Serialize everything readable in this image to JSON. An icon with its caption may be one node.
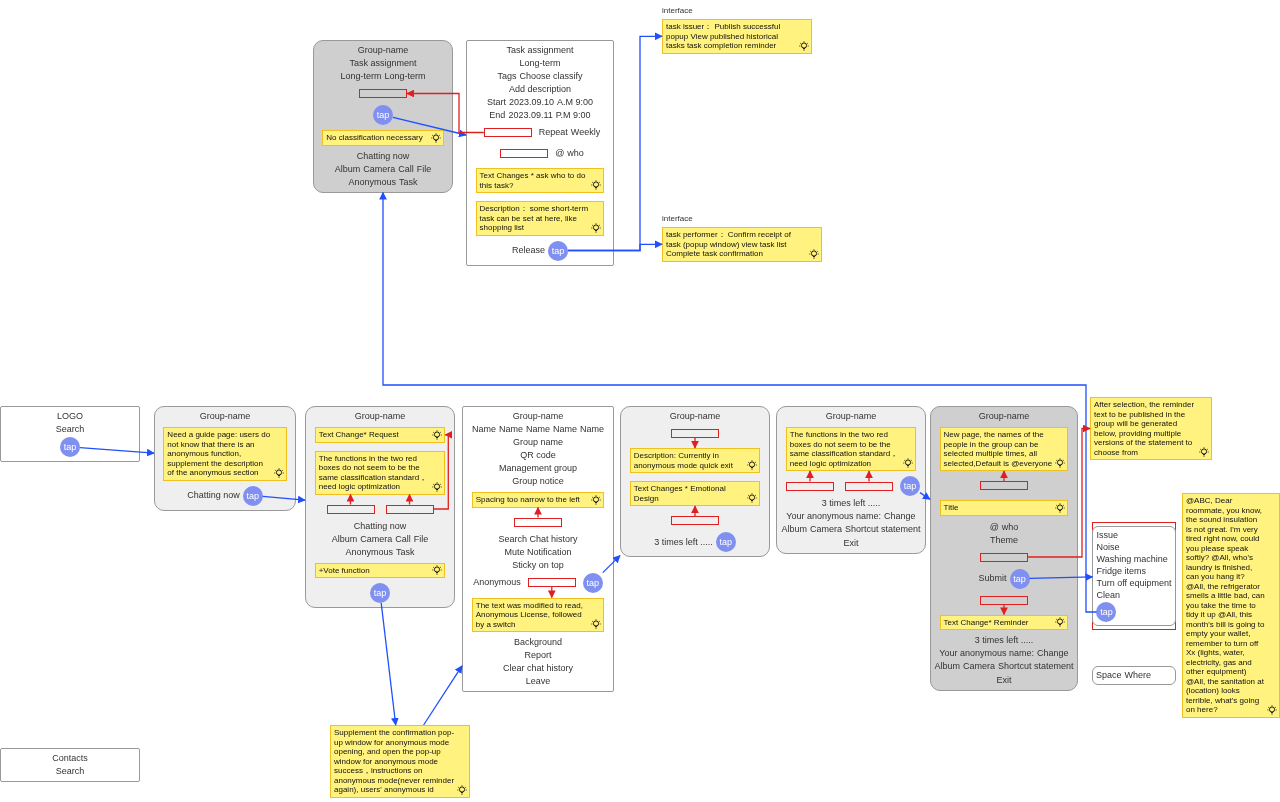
{
  "diagram": {
    "nodes": [
      {
        "text": [
          "Group-name",
          "Task assignment",
          "Long-term",
          "Long-term",
          "Chatting now",
          "Album",
          "Camera",
          "Call",
          "File",
          "Anonymous",
          "Task"
        ]
      },
      {
        "text": [
          "No classification necessary"
        ],
        "in": 0
      },
      {
        "text": [],
        "shape": "box",
        "in": 0
      },
      {
        "text": [
          "tap"
        ],
        "in": 0
      },
      {
        "text": [
          "Task assignment",
          "Long-term",
          "Tags",
          "Choose classify",
          "Add description",
          "Start",
          "2023.09.10",
          "A.M 9:00",
          "End",
          "2023.09.11",
          "P.M 9:00",
          "Repeat",
          "Weekly",
          "@",
          "who",
          "Release"
        ]
      },
      {
        "text": [],
        "shape": "box",
        "in": 4
      },
      {
        "text": [],
        "shape": "box",
        "in": 4
      },
      {
        "text": [
          "Text Changes * ask who to do this task?"
        ],
        "in": 4
      },
      {
        "text": [
          "Description： some short-term task can be set at here, like shopping list"
        ],
        "in": 4
      },
      {
        "text": [
          "tap"
        ],
        "in": 4
      },
      {
        "text": [
          "interface",
          "task issuer： Publish successful popup View published historical tasks task completion reminder"
        ]
      },
      {
        "text": [
          "interface",
          "task performer： Confirm receipt of task (popup window) view task list Complete task confirmation"
        ]
      },
      {
        "text": [
          "LOGO",
          "Search"
        ]
      },
      {
        "text": [
          "tap"
        ],
        "in": 12
      },
      {
        "text": [
          "Contacts",
          "Search"
        ]
      },
      {
        "text": [
          "Group-name",
          "Chatting now"
        ]
      },
      {
        "text": [
          "Need a guide page: users do not know that there is an anonymous function, supplement the description of the anonymous section"
        ],
        "in": 15
      },
      {
        "text": [
          "tap"
        ],
        "in": 15
      },
      {
        "text": [
          "Group-name",
          "Chatting now",
          "Album",
          "Camera",
          "Call",
          "File",
          "Anonymous",
          "Task"
        ]
      },
      {
        "text": [
          "Text Change* Request"
        ],
        "in": 18
      },
      {
        "text": [
          "The functions in the two red boxes do not seem to be the same classification standard，need logic optimization"
        ],
        "in": 18
      },
      {
        "text": [],
        "shape": "box",
        "in": 18
      },
      {
        "text": [],
        "shape": "box",
        "in": 18
      },
      {
        "text": [
          "tap"
        ],
        "in": 18
      },
      {
        "text": [
          "+Vote function"
        ],
        "in": 18
      },
      {
        "text": [
          "Supplement the confirmation pop-up window for anonymous mode opening, and open the pop-up window for anonymous mode success，instructions on anonymous mode(never reminder again), users' anonymous id"
        ]
      },
      {
        "text": [
          "Group-name",
          "Name",
          "Name",
          "Name",
          "Name",
          "Name",
          "Group name",
          "QR code",
          "Management group",
          "Group notice",
          "Search Chat history",
          "Mute Notification",
          "Sticky on top",
          "Anonymous",
          "Background",
          "Report",
          "Clear chat history",
          "Leave"
        ]
      },
      {
        "text": [
          "Spacing too narrow to the left"
        ],
        "in": 26
      },
      {
        "text": [],
        "shape": "box",
        "in": 26
      },
      {
        "text": [],
        "shape": "box",
        "in": 26
      },
      {
        "text": [
          "The text was modified to read, Anonymous License, followed by a switch"
        ],
        "in": 26
      },
      {
        "text": [
          "tap"
        ],
        "in": 26
      },
      {
        "text": [
          "Group-name",
          "3 times left ....."
        ]
      },
      {
        "text": [
          "Description: Currently in anonymous mode quick exit"
        ],
        "in": 32
      },
      {
        "text": [
          "Text Changes * Emotional Design"
        ],
        "in": 32
      },
      {
        "text": [],
        "shape": "box",
        "in": 32
      },
      {
        "text": [],
        "shape": "box",
        "in": 32
      },
      {
        "text": [
          "tap"
        ],
        "in": 32
      },
      {
        "text": [
          "Group-name",
          "3 times left .....",
          "Your anonymous name:",
          "Change",
          "Album",
          "Camera",
          "Shortcut statement",
          "Exit"
        ]
      },
      {
        "text": [
          "The functions in the two red boxes do not seem to be the same classification standard，need logic optimization"
        ],
        "in": 38
      },
      {
        "text": [],
        "shape": "box",
        "in": 38
      },
      {
        "text": [],
        "shape": "box",
        "in": 38
      },
      {
        "text": [
          "tap"
        ],
        "in": 38
      },
      {
        "text": [
          "Group-name",
          "@",
          "who",
          "Theme",
          "Submit",
          "3 times left .....",
          "Your anonymous name:",
          "Change",
          "Album",
          "Camera",
          "Shortcut statement",
          "Exit"
        ]
      },
      {
        "text": [
          "New page, the names of the people in the group can be selected multiple times, all selected,Default is @everyone"
        ],
        "in": 43
      },
      {
        "text": [
          "Title"
        ],
        "in": 43
      },
      {
        "text": [],
        "shape": "box",
        "in": 43
      },
      {
        "text": [],
        "shape": "box",
        "in": 43
      },
      {
        "text": [],
        "shape": "box",
        "in": 43
      },
      {
        "text": [
          "Text Change* Reminder"
        ],
        "in": 43
      },
      {
        "text": [
          "tap"
        ],
        "in": 43
      },
      {
        "text": [
          "After selection, the reminder text to be published in the group will be generated below, providing multiple versions of the statement to choose from"
        ]
      },
      {
        "text": [],
        "shape": "box"
      },
      {
        "text": [
          "Issue",
          "Noise",
          "Washing machine",
          "Fridge items",
          "Turn off equipment",
          "Clean"
        ],
        "in": 52
      },
      {
        "text": [
          "tap"
        ],
        "in": 53
      },
      {
        "text": [
          "Space",
          "Where"
        ]
      },
      {
        "text": [
          "@ABC, Dear roommate, you know, the sound insulation is not great. I'm very tired right now, could you please speak softly? @All, who's laundry is finished, can you hang it? @All, the refrigerator smells a little bad, can you take the time to tidy it up @All, this month's bill is going to empty your wallet, remember to turn off Xx (lights, water, electricity, gas and other equipment) @All, the sanitation at (location) looks terrible, what's going on here?"
        ]
      }
    ],
    "edges": [
      {
        "from": 13,
        "to": 15,
        "arrow": "to",
        "color": "#1f4fff"
      },
      {
        "from": 17,
        "to": 18,
        "arrow": "to",
        "color": "#1f4fff"
      },
      {
        "from": 23,
        "to": 25,
        "arrow": "to",
        "color": "#1f4fff"
      },
      {
        "from": 25,
        "to": 26,
        "arrow": "to",
        "color": "#1f4fff"
      },
      {
        "from": 31,
        "to": 32,
        "arrow": "to",
        "color": "#1f4fff"
      },
      {
        "from": 42,
        "to": 43,
        "arrow": "to",
        "color": "#1f4fff"
      },
      {
        "from": 50,
        "to": 53,
        "arrow": "to",
        "color": "#1f4fff"
      },
      {
        "from": 54,
        "to": 0,
        "arrow": "to",
        "color": "#1f4fff"
      },
      {
        "from": 3,
        "to": 4,
        "arrow": "to",
        "color": "#1f4fff"
      },
      {
        "from": 9,
        "to": 10,
        "arrow": "to",
        "color": "#1f4fff"
      },
      {
        "from": 9,
        "to": 11,
        "arrow": "to",
        "color": "#1f4fff"
      },
      {
        "from": 5,
        "to": 2,
        "arrow": "to"
      },
      {
        "from": 22,
        "to": 19,
        "arrow": "to"
      },
      {
        "from": 21,
        "to": 20,
        "arrow": "to"
      },
      {
        "from": 22,
        "to": 20,
        "arrow": "to"
      },
      {
        "from": 28,
        "to": 27,
        "arrow": "to"
      },
      {
        "from": 29,
        "to": 30,
        "arrow": "to"
      },
      {
        "from": 35,
        "to": 33,
        "arrow": "to"
      },
      {
        "from": 36,
        "to": 34,
        "arrow": "to"
      },
      {
        "from": 40,
        "to": 39,
        "arrow": "to"
      },
      {
        "from": 41,
        "to": 39,
        "arrow": "to"
      },
      {
        "from": 46,
        "to": 44,
        "arrow": "to"
      },
      {
        "from": 47,
        "to": 51,
        "arrow": "to"
      },
      {
        "from": 48,
        "to": 49,
        "arrow": "to"
      }
    ]
  }
}
